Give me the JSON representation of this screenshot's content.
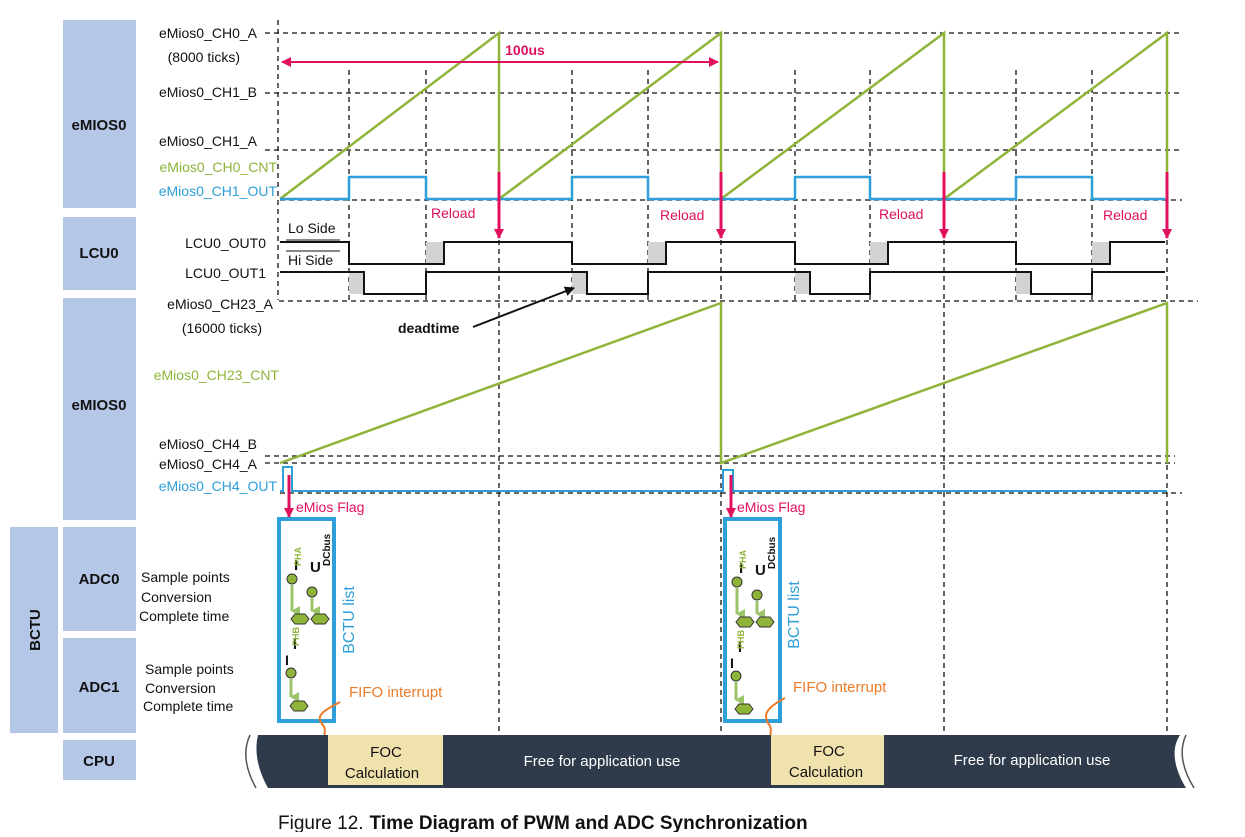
{
  "blocks": {
    "emios0_top": "eMIOS0",
    "lcu0": "LCU0",
    "emios0_bottom": "eMIOS0",
    "bctu": "BCTU",
    "adc0": "ADC0",
    "adc1": "ADC1",
    "cpu": "CPU"
  },
  "signals": {
    "ch0_a": "eMios0_CH0_A",
    "ch0_a_ticks": "(8000 ticks)",
    "ch1_b": "eMios0_CH1_B",
    "ch1_a": "eMios0_CH1_A",
    "ch0_cnt": "eMios0_CH0_CNT",
    "ch1_out": "eMios0_CH1_OUT",
    "lcu_out0": "LCU0_OUT0",
    "lcu_out1": "LCU0_OUT1",
    "lo_side": "Lo Side",
    "hi_side": "Hi Side",
    "ch23_a": "eMios0_CH23_A",
    "ch23_ticks": "(16000 ticks)",
    "ch23_cnt": "eMios0_CH23_CNT",
    "ch4_b": "eMios0_CH4_B",
    "ch4_a": "eMios0_CH4_A",
    "ch4_out": "eMios0_CH4_OUT"
  },
  "adc_labels": {
    "sample_points": "Sample points",
    "conversion": "Conversion",
    "complete_time": "Complete time"
  },
  "annotations": {
    "period": "100us",
    "reload": "Reload",
    "deadtime": "deadtime",
    "emios_flag": "eMios Flag",
    "bctu_list": "BCTU list",
    "fifo_interrupt": "FIFO interrupt",
    "i_pha": "I",
    "i_pha_sub": "PHA",
    "u_dcbus": "U",
    "u_dcbus_sub": "DCbus",
    "i_phb": "I",
    "i_phb_sub": "PHB",
    "i_ph1": "I"
  },
  "cpu": {
    "foc_line1": "FOC",
    "foc_line2": "Calculation",
    "free": "Free for application use"
  },
  "caption": {
    "prefix": "Figure 12.",
    "title": "Time Diagram of PWM and ADC Synchronization"
  },
  "colors": {
    "block_fill": "#b4c7e7",
    "counter_green": "#8fb43a",
    "output_blue": "#2e9fd9",
    "annotation_red": "#e0105e",
    "fifo_orange": "#ec7b2a",
    "cpu_bar": "#2f3b4b",
    "foc_fill": "#f0e2ad"
  }
}
